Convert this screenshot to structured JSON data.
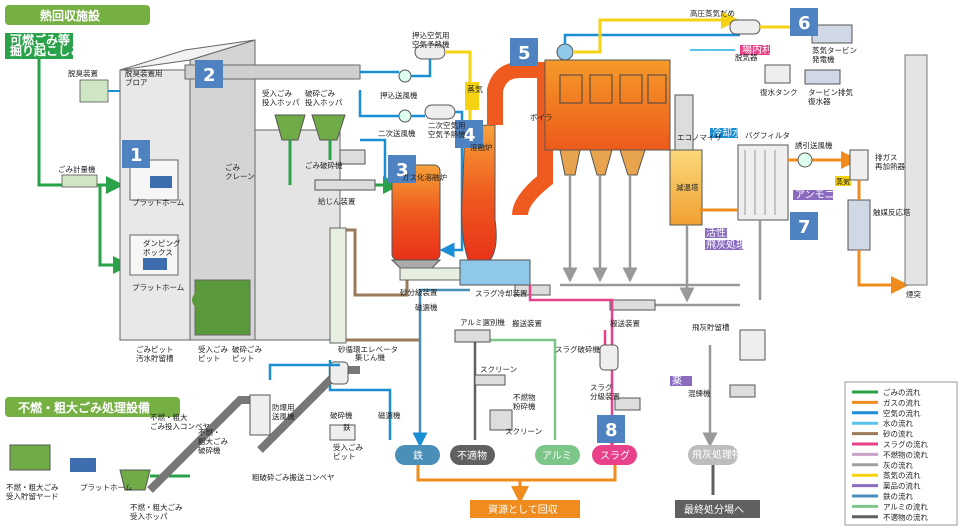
{
  "sections": {
    "heat_recovery": "熱回収施設",
    "bulky": "不燃・粗大ごみ処理設備"
  },
  "inputs": {
    "combustible": "可燃ごみ等\n掘り起こしごみ"
  },
  "labels": {
    "deodorizer": "脱臭装置",
    "deodorizer_blower": "脱臭装置用\nブロア",
    "weighing": "ごみ計量機",
    "platform1": "プラットホーム",
    "dumping_box": "ダンピング\nボックス",
    "platform2": "プラットホーム",
    "pit_wastewater": "ごみピット\n汚水貯留槽",
    "crane": "ごみ\nクレーン",
    "receiving_hopper": "受入ごみ\n投入ホッパ",
    "crushed_hopper": "破砕ごみ\n投入ホッパ",
    "shredder": "ごみ破砕機",
    "feeder": "給じん装置",
    "receiving_pit": "受入ごみ\nピット",
    "crushed_pit": "破砕ごみ\nピット",
    "push_air_preheater": "押込空気用\n空気予熱機",
    "push_fan": "押込送風機",
    "secondary_air_preheater": "二次空気用\n空気予熱機",
    "secondary_fan": "二次送風機",
    "steam": "蒸気",
    "gasifier": "ガス化溶融炉",
    "melting_furnace": "溶融炉",
    "boiler": "ボイラ",
    "sand_classifier": "砂分級装置",
    "sand_elevator": "砂循環エレベータ",
    "slag_cooler": "スラグ冷却装置",
    "magnet": "磁選機",
    "aluminum_separator": "アルミ選別機",
    "screen1": "スクリーン",
    "nonflammable_crusher": "不燃物\n粉砕機",
    "screen2": "スクリーン",
    "conveyor_left": "搬送装置",
    "slag_crusher": "スラグ破砕機",
    "slag_classifier": "スラグ\n分級装置",
    "conveyor_right": "搬送装置",
    "hp_steam_header": "高圧蒸気だめ",
    "deaerator": "脱気器",
    "in_plant_use": "場内利用",
    "feed_tank": "復水タンク",
    "steam_turbine": "蒸気タービン\n発電機",
    "turbine_condenser": "タービン排気\n復水器",
    "economizer": "エコノマイザ",
    "cooling_water": "冷却水",
    "cooling_tower": "減温塔",
    "activated_carbon": "活性炭",
    "reagent": "飛灰処理薬剤",
    "bag_filter": "バグフィルタ",
    "induced_fan": "誘引送風機",
    "ammonia": "アンモニア水",
    "steam2": "蒸気",
    "exhaust_reheater": "排ガス\n再加熱器",
    "catalyst": "触媒反応塔",
    "stack": "煙突",
    "fly_ash_silo": "飛灰貯留槽",
    "chelate": "薬　剤",
    "kneader": "混練機",
    "dust_collector": "集じん機",
    "magnet2": "磁選機",
    "proof_conveyor": "防爆用\n送風機",
    "coarse_crusher_in": "不燃・粗大\nごみ投入コンベヤ",
    "coarse_crusher": "不燃・\n粗大ごみ\n破砕機",
    "crusher": "破砕機",
    "iron_small": "鉄",
    "receiving_pit2": "受入ごみ\nピット",
    "coarse_conveyor": "粗破砕ごみ搬送コンベヤ",
    "bulky_yard": "不燃・粗大ごみ\n受入貯留ヤード",
    "platform3": "プラットホーム",
    "bulky_hopper": "不燃・粗大ごみ\n受入ホッパ"
  },
  "outputs": {
    "iron": "鉄",
    "nonflammable": "不適物",
    "aluminum": "アルミ",
    "slag": "スラグ",
    "fly_ash": "飛灰処理物",
    "recovery": "資源として回収",
    "landfill": "最終処分場へ"
  },
  "markers": [
    "1",
    "2",
    "3",
    "4",
    "5",
    "6",
    "7",
    "8"
  ],
  "legend": [
    {
      "label": "ごみの流れ",
      "color": "#2aa24a"
    },
    {
      "label": "ガスの流れ",
      "color": "#f08c1e"
    },
    {
      "label": "空気の流れ",
      "color": "#1a8fd6"
    },
    {
      "label": "水の流れ",
      "color": "#59c3ec"
    },
    {
      "label": "砂の流れ",
      "color": "#9a7a5a"
    },
    {
      "label": "スラグの流れ",
      "color": "#e8418a"
    },
    {
      "label": "不燃物の流れ",
      "color": "#c9a0c8"
    },
    {
      "label": "灰の流れ",
      "color": "#a0a0a0"
    },
    {
      "label": "蒸気の流れ",
      "color": "#f5d312"
    },
    {
      "label": "薬品の流れ",
      "color": "#8a6bbf"
    },
    {
      "label": "鉄の流れ",
      "color": "#4a8fb8"
    },
    {
      "label": "アルミの流れ",
      "color": "#7cc68a"
    },
    {
      "label": "不適物の流れ",
      "color": "#606060"
    }
  ]
}
